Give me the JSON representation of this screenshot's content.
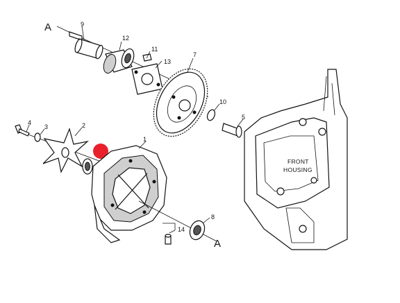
{
  "diagram": {
    "axis_letters": [
      "A",
      "A"
    ],
    "callouts": {
      "c1": "1",
      "c2": "2",
      "c3": "3",
      "c4": "4",
      "c5": "5",
      "c7": "7",
      "c8": "8",
      "c9": "9",
      "c10": "10",
      "c11": "11",
      "c12": "12",
      "c13": "13",
      "c14": "14"
    },
    "housing_label": [
      "FRONT",
      "HOUSING"
    ],
    "highlight_marker_color": "#e8202a"
  }
}
